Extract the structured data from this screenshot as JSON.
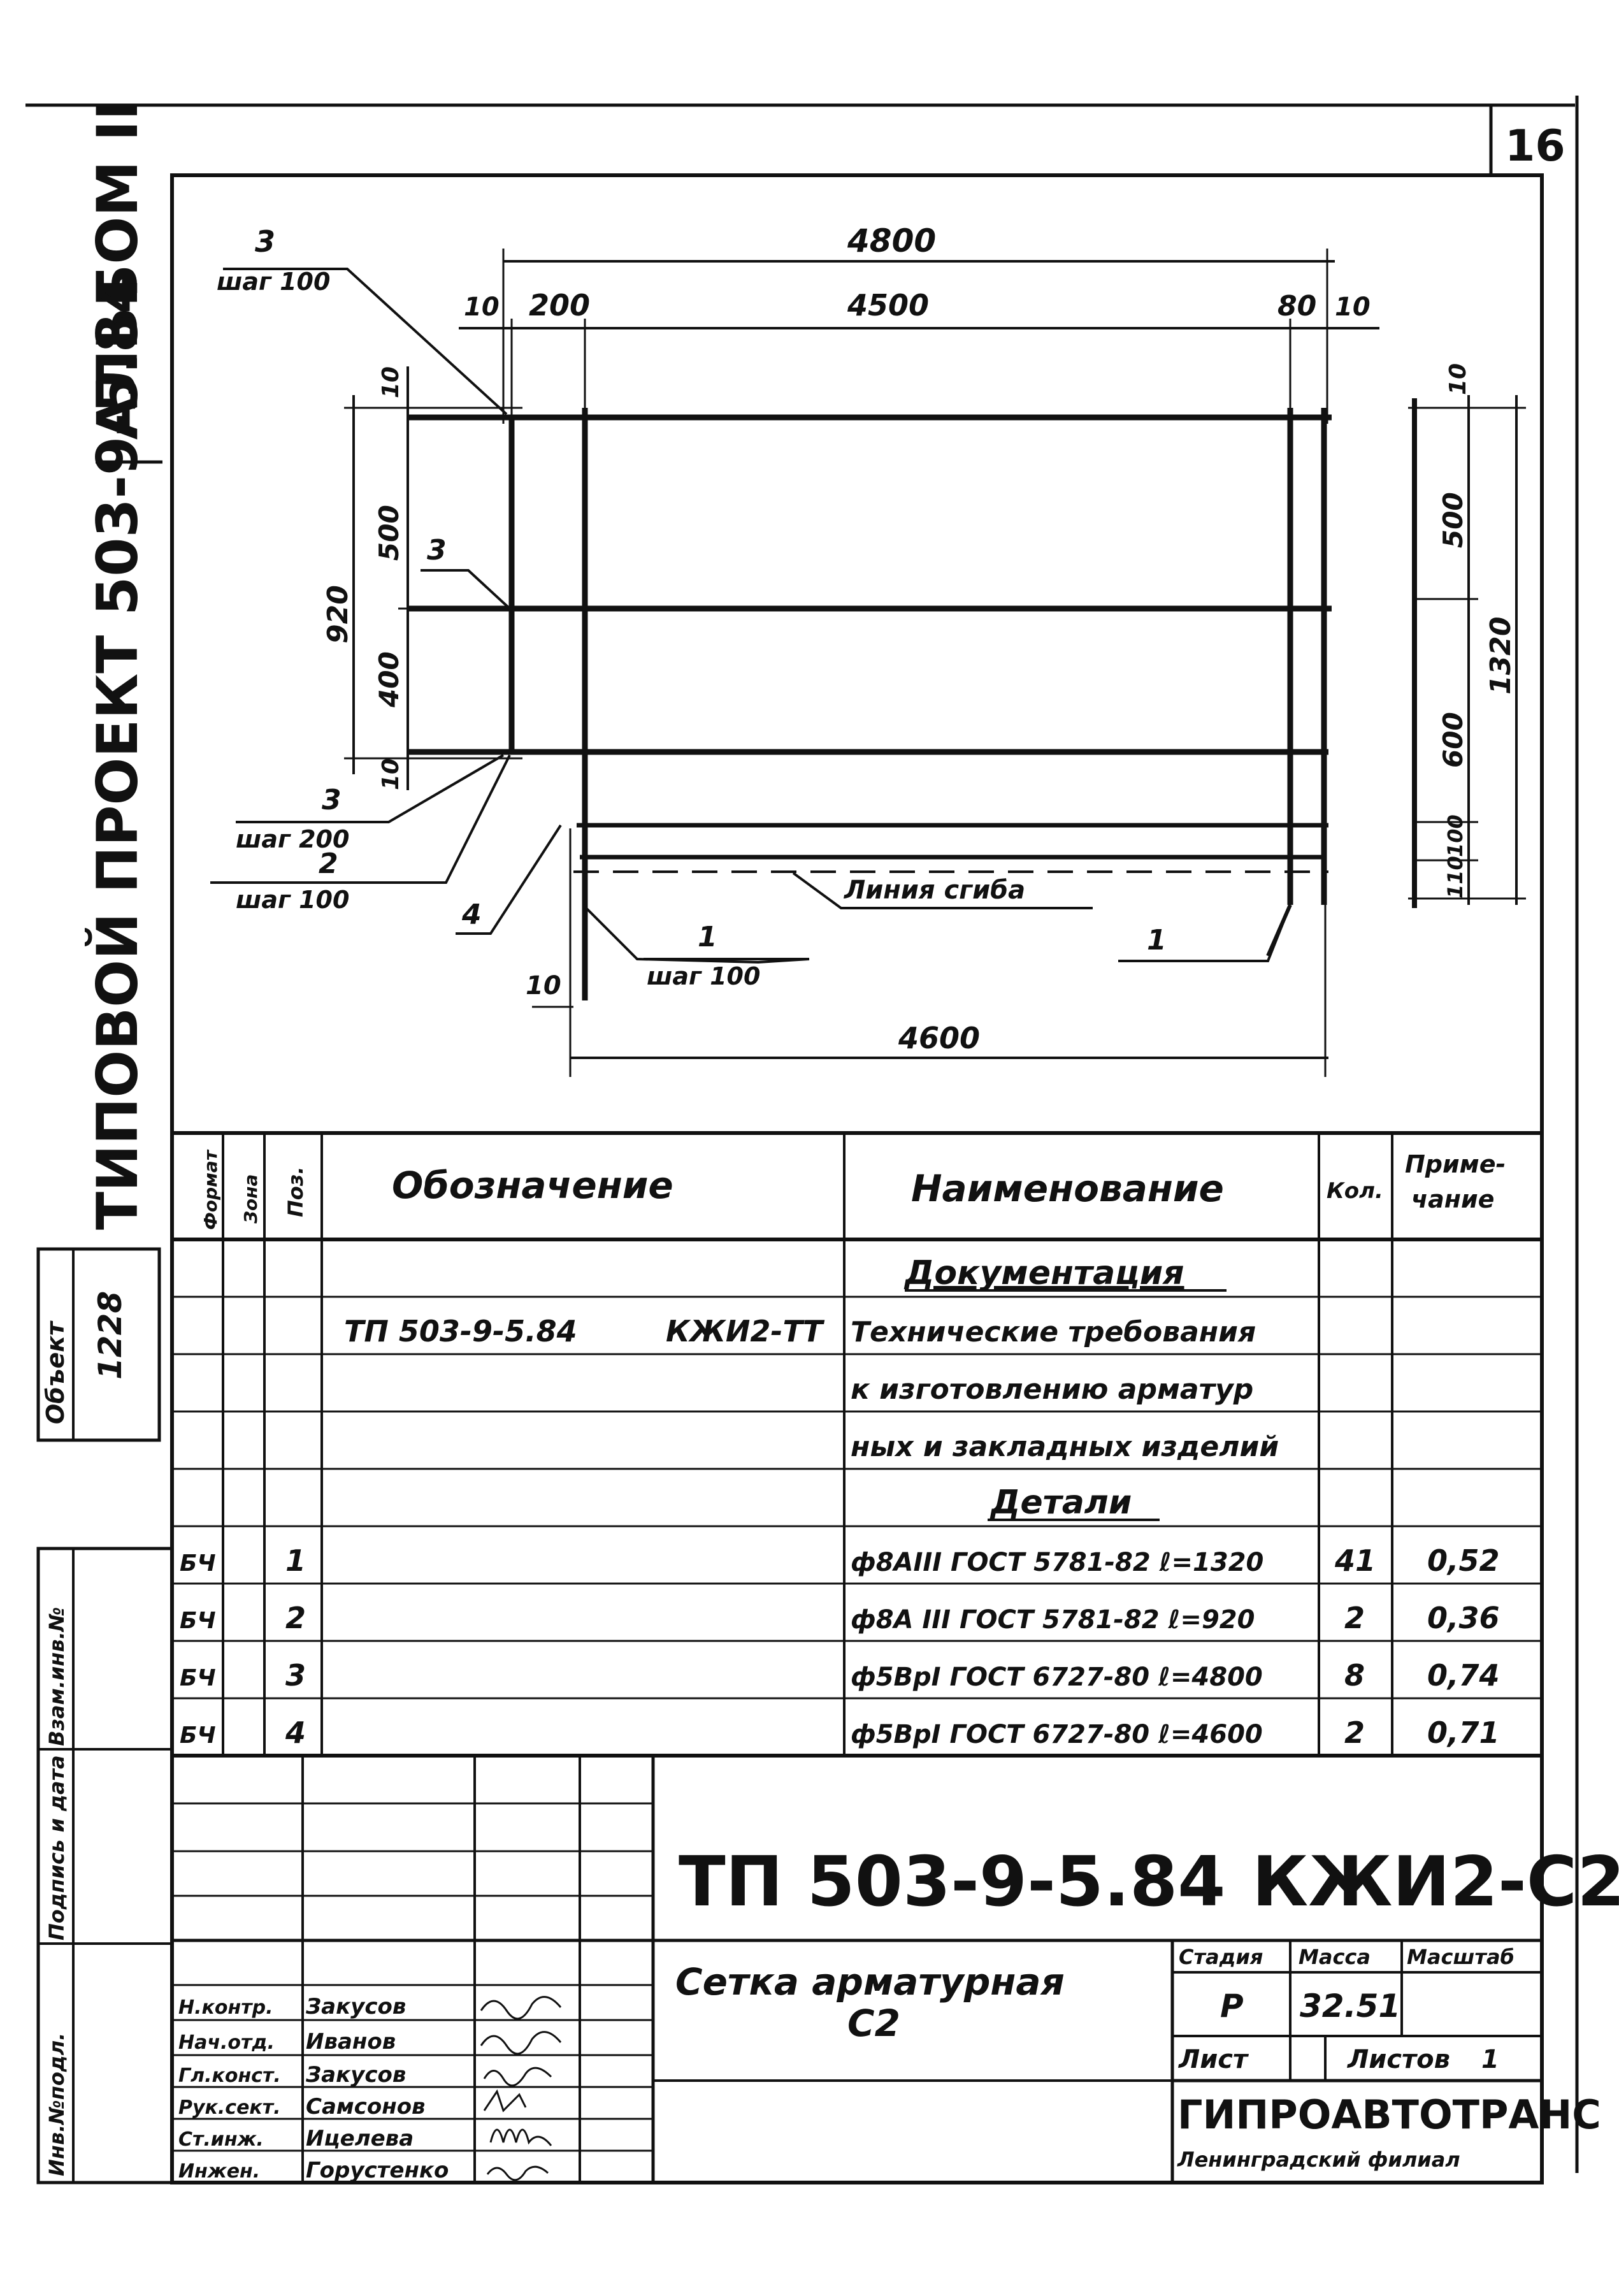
{
  "sheet_number": "16",
  "album": "АЛЬБОМ II",
  "project_series": "ТИПОВОЙ ПРОЕКТ 503-9-5.84",
  "object": {
    "label": "Объект",
    "value": "1228"
  },
  "side_labels": {
    "inv_podl": "Инв.№подл.",
    "podpis_data": "Подпись и дата",
    "vzam_inv": "Взам.инв.№"
  },
  "drawing": {
    "dim_total_length": "4800",
    "dim_10_left": "10",
    "dim_200": "200",
    "dim_mid": "4500",
    "dim_80": "80",
    "dim_10_right": "10",
    "dim_920": "920",
    "dim_500_left": "500",
    "dim_400": "400",
    "dim_10_lt": "10",
    "dim_10_lb": "10",
    "dim_10_r": "10",
    "dim_500_right": "500",
    "dim_600": "600",
    "dim_100": "100",
    "dim_110": "110",
    "dim_1320": "1320",
    "dim_10_bottom": "10",
    "dim_4600": "4600",
    "lbl_3_top": "3",
    "lbl_shag100_top": "шаг 100",
    "lbl_3_mid": "3",
    "lbl_3_bot": "3",
    "lbl_shag200": "шаг 200",
    "lbl_2": "2",
    "lbl_shag100_2": "шаг 100",
    "lbl_4": "4",
    "lbl_1_left": "1",
    "lbl_shag100_1": "шаг 100",
    "lbl_1_right": "1",
    "lbl_bend": "Линия сгиба"
  },
  "spec": {
    "headers": {
      "format": "Формат",
      "zona": "Зона",
      "poz": "Поз.",
      "oboznachenie": "Обозначение",
      "naimenovanie": "Наименование",
      "kol": "Кол.",
      "primechanie_1": "Приме-",
      "primechanie_2": "чание"
    },
    "section_docs": "Документация",
    "doc_oboz_1": "ТП 503-9-5.84",
    "doc_oboz_2": "КЖИ2-ТТ",
    "doc_name_1": "Технические требования",
    "doc_name_2": "к изготовлению арматур",
    "doc_name_3": "ных и закладных изделий",
    "section_details": "Детали",
    "rows": [
      {
        "format": "БЧ",
        "poz": "1",
        "name": "ф8АIII ГОСТ 5781-82 ℓ=1320",
        "kol": "41",
        "note": "0,52"
      },
      {
        "format": "БЧ",
        "poz": "2",
        "name": "ф8А III ГОСТ 5781-82 ℓ=920",
        "kol": "2",
        "note": "0,36"
      },
      {
        "format": "БЧ",
        "poz": "3",
        "name": "ф5ВрI ГОСТ 6727-80 ℓ=4800",
        "kol": "8",
        "note": "0,74"
      },
      {
        "format": "БЧ",
        "poz": "4",
        "name": "ф5ВрI ГОСТ 6727-80 ℓ=4600",
        "kol": "2",
        "note": "0,71"
      }
    ]
  },
  "title_block": {
    "doc_code": "ТП 503-9-5.84",
    "doc_mark": "КЖИ2-С2",
    "title_1": "Сетка арматурная",
    "title_2": "С2",
    "stage_label": "Стадия",
    "mass_label": "Масса",
    "scale_label": "Масштаб",
    "stage": "Р",
    "mass": "32.51",
    "sheet_label": "Лист",
    "sheets_label": "Листов",
    "sheets": "1",
    "org": "ГИПРОАВТОТРАНС",
    "branch": "Ленинградский филиал",
    "people": [
      {
        "role": "Н.контр.",
        "name": "Закусов"
      },
      {
        "role": "Нач.отд.",
        "name": "Иванов"
      },
      {
        "role": "Гл.конст.",
        "name": "Закусов"
      },
      {
        "role": "Рук.сект.",
        "name": "Самсонов"
      },
      {
        "role": "Ст.инж.",
        "name": "Ицелева"
      },
      {
        "role": "Инжен.",
        "name": "Горустенко"
      }
    ]
  }
}
